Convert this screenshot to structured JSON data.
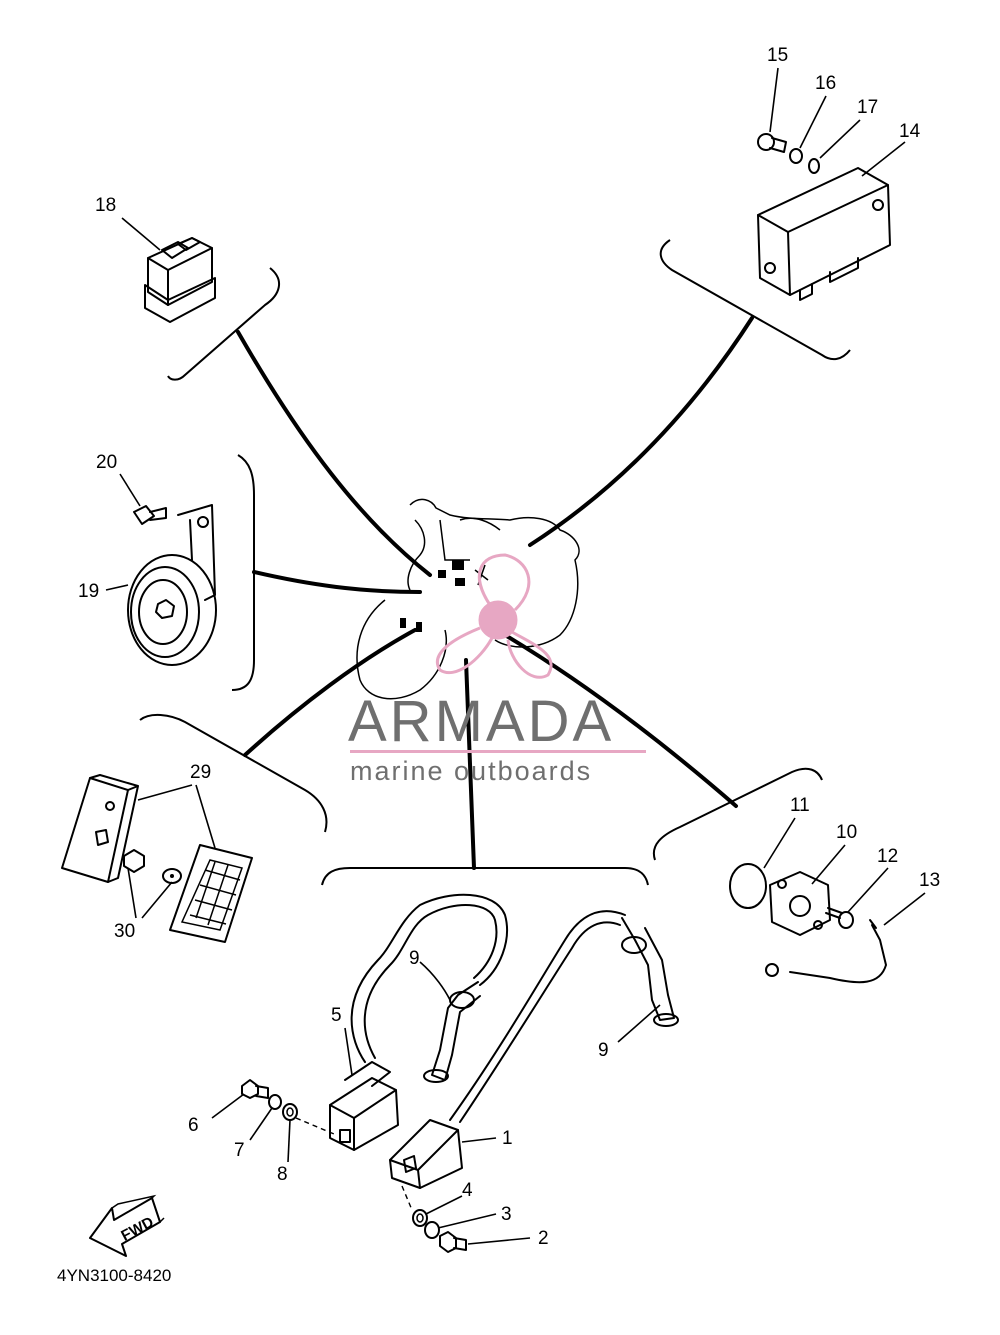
{
  "watermark": {
    "brand": "ARMADA",
    "tagline": "marine outboards",
    "accent_color": "#e7a7c3",
    "text_color": "#6f6f6f"
  },
  "direction_arrow": {
    "label": "FWD"
  },
  "drawing_code": "4YN3100-8420",
  "callouts": {
    "c1": "1",
    "c2": "2",
    "c3": "3",
    "c4": "4",
    "c5": "5",
    "c6": "6",
    "c7": "7",
    "c8": "8",
    "c9a": "9",
    "c9b": "9",
    "c10": "10",
    "c11": "11",
    "c12": "12",
    "c13": "13",
    "c14": "14",
    "c15": "15",
    "c16": "16",
    "c17": "17",
    "c18": "18",
    "c19": "19",
    "c20": "20",
    "c29": "29",
    "c30": "30"
  },
  "icons": [
    "propeller-logo-icon",
    "fwd-arrow-icon"
  ]
}
